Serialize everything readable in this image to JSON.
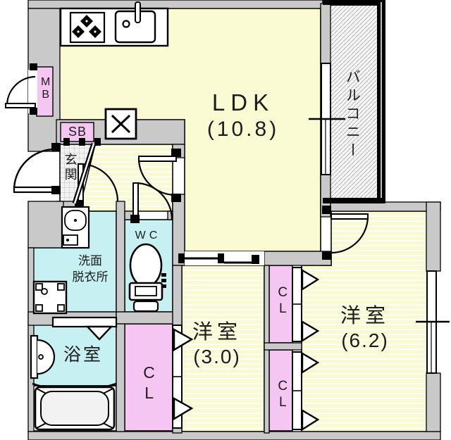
{
  "rooms": {
    "ldk": {
      "label": "LDK",
      "area": "(10.8)"
    },
    "balcony": {
      "label": "バルコニー"
    },
    "bedroom_small": {
      "label": "洋室",
      "area": "(3.0)"
    },
    "bedroom_large": {
      "label": "洋室",
      "area": "(6.2)"
    },
    "entrance": {
      "label": "玄関"
    },
    "toilet": {
      "label": "WC"
    },
    "washroom": {
      "label_line1": "洗面",
      "label_line2": "脱衣所"
    },
    "bathroom": {
      "label": "浴室"
    },
    "closet_hall": {
      "label": "CL"
    },
    "closet_mid_upper": {
      "label": "CL"
    },
    "closet_mid_lower": {
      "label": "CL"
    },
    "meter_box": {
      "label": "MB"
    },
    "shoe_box": {
      "label": "SB"
    }
  },
  "fixtures": [
    "gas-stove-icon",
    "kitchen-sink-icon",
    "range-vent-icon",
    "toilet-icon",
    "washbasin-icon",
    "washing-machine-pan-icon",
    "bathtub-icon",
    "bath-counter-icon",
    "sliding-door",
    "hinged-door",
    "folding-door",
    "window"
  ],
  "colors": {
    "wall_gray": "#c9c9c9",
    "floor_yellow": "#fbfbd3",
    "stripe_yellow": "#fafad2",
    "wet_cyan": "#c7f0f2",
    "closet_pink": "#f6c6f2",
    "tile_gray": "#f2f2f2",
    "outline": "#000000"
  }
}
